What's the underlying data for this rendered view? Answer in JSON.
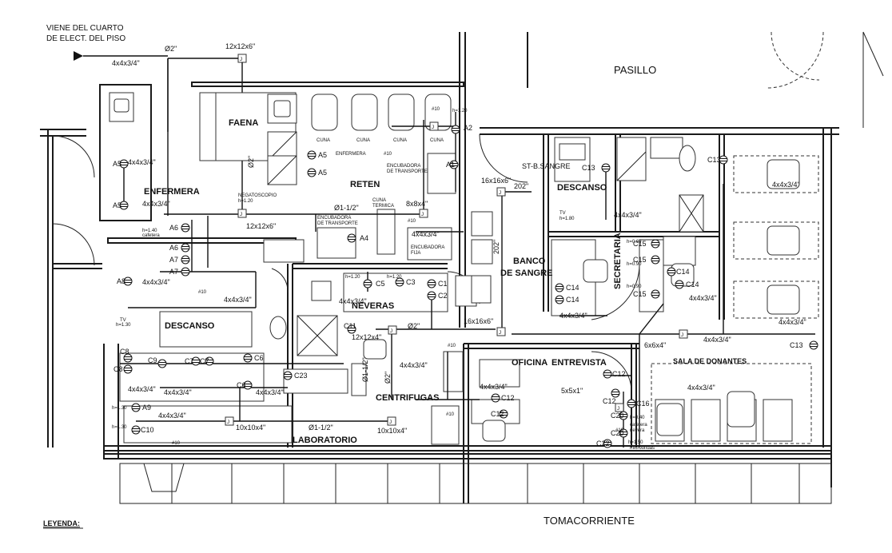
{
  "header": {
    "source_line1": "VIENE DEL CUARTO",
    "source_line2": "DE ELECT. DEL PISO",
    "pipe_top": "Ø2\"",
    "box_top": "12x12x6\"",
    "box_top_left": "4x4x3/4\"",
    "pasillo": "PASILLO"
  },
  "rooms": {
    "faena": "FAENA",
    "enfermera_tag": "ENFERMERA",
    "enfermeria": "ENFERMERA",
    "reten": "RETEN",
    "descanso_left": "DESCANSO",
    "descanso_right": "DESCANSO",
    "neveras": "NEVERAS",
    "centrifugas": "CENTRIFUGAS",
    "laboratorio": "LABORATORIO",
    "oficina": "OFICINA",
    "entrevista": "ENTREVISTA",
    "sala_donantes": "SALA DE DONANTES",
    "banco_sangre": "BANCO\nDE SANGRE",
    "secretaria": "SECRETARIA",
    "st_b_sangre": "ST-B.SANGRE"
  },
  "equipment": {
    "cuna": "CUNA",
    "cuna_termica": "CUNA\nTERMICA",
    "incubadora_transporte_top": "ENCUBADORA\nDE TRANSPORTE",
    "incubadora_transporte": "ENCUBADORA\nDE TRANSPORTE",
    "incubadora_fija": "ENCUBADORA\nFIJA",
    "negatoscopio": "NEGATOSCOPIO\nh=1.20"
  },
  "conduits": {
    "pipe_a": "Ø1-1/2\"",
    "pipe_b": "Ø1-1/2\"",
    "pipe_c": "Ø2\"",
    "pipe_d": "202\"",
    "box_12x12x6": "12x12x6\"",
    "box_8x8x4": "8x8x4\"",
    "box_16x16x6_a": "16x16x6\"",
    "box_16x16x6_b": "16x16x6\"",
    "box_12x12x4": "12x12x4\"",
    "box_6x6x4": "6x6x4\"",
    "box_10x10x4_a": "10x10x4\"",
    "box_10x10x4_b": "10x10x4\"",
    "box_5x5x1": "5x5x1\"",
    "box_4x4": "4x4x3/4\"",
    "pipe_02": "Ø2\"",
    "pipe_02b": "Ø2\"",
    "pipe_vertical": "Ø1-1/2\""
  },
  "circuits": [
    "A2",
    "A5",
    "A5",
    "A5",
    "A5",
    "A4",
    "A6",
    "A6",
    "A7",
    "A7",
    "A8",
    "A9",
    "A1",
    "C1",
    "C2",
    "C3",
    "C5",
    "C6",
    "C6",
    "C7",
    "C7",
    "C8",
    "C8",
    "C9",
    "C10",
    "C11",
    "C12",
    "C12",
    "C12",
    "C12",
    "C13",
    "C13",
    "C13",
    "C14",
    "C14",
    "C14",
    "C14",
    "C15",
    "C15",
    "C15",
    "C16",
    "C20",
    "C20",
    "C22",
    "C23",
    "C23"
  ],
  "notes": {
    "h120": "h=1.20",
    "h130": "h=1.30",
    "h180": "h=1.80",
    "h040": "h=0.40",
    "h060": "h=0.60",
    "h090": "h=0.90",
    "h150": "h=1.50",
    "h140_cafetera": "h=1.40\ncafetera",
    "tv": "TV",
    "cafetera": "cafetera",
    "nevera": "nevera",
    "microondas": "microondas",
    "wire10": "#10"
  },
  "legend": {
    "title": "LEYENDA:",
    "item": "TOMACORRIENTE"
  }
}
